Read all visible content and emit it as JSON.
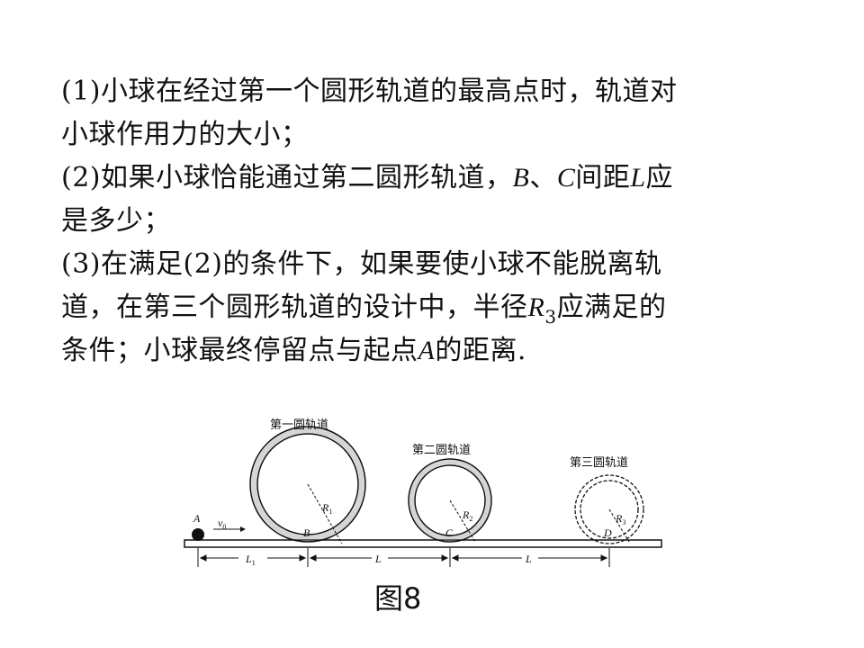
{
  "question": {
    "q1_a": "(1)小球在经过第一个圆形轨道的最高点时，轨道对",
    "q1_b": "小球作用力的大小；",
    "q2_a_pre": "(2)如果小球恰能通过第二圆形轨道，",
    "q2_a_B": "B",
    "q2_a_mid": "、",
    "q2_a_C": "C",
    "q2_a_mid2": "间距",
    "q2_a_L": "L",
    "q2_a_post": "应",
    "q2_b": "是多少；",
    "q3_a": "(3)在满足(2)的条件下，如果要使小球不能脱离轨",
    "q3_b_pre": "道，在第三个圆形轨道的设计中，半径",
    "q3_b_R": "R",
    "q3_b_sub": "3",
    "q3_b_post": "应满足的",
    "q3_c_pre": "条件；小球最终停留点与起点",
    "q3_c_A": "A",
    "q3_c_post": "的距离."
  },
  "figure": {
    "track1_title": "第一圆轨道",
    "track2_title": "第二圆轨道",
    "track3_title": "第三圆轨道",
    "point_A": "A",
    "point_B": "B",
    "point_C": "C",
    "point_D": "D",
    "v0": "v",
    "v0_sub": "0",
    "R1": "R",
    "R1_sub": "1",
    "R2": "R",
    "R2_sub": "2",
    "R3": "R",
    "R3_sub": "3",
    "L1": "L",
    "L1_sub": "1",
    "L_left": "L",
    "L_right": "L",
    "caption": "图8"
  }
}
